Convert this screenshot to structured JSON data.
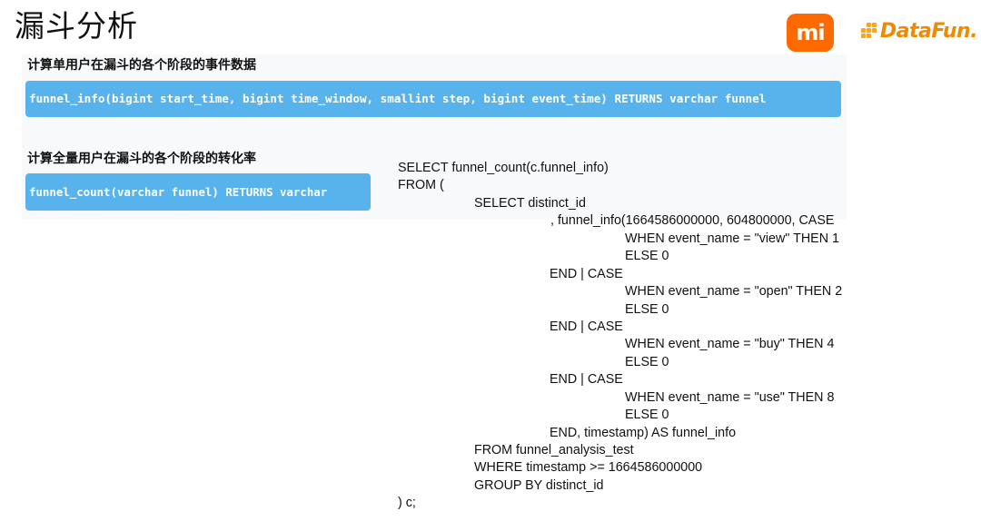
{
  "page": {
    "title": "漏斗分析"
  },
  "logos": {
    "xiaomi": "mi",
    "datafun": "DataFun."
  },
  "sections": [
    {
      "heading": "计算单用户在漏斗的各个阶段的事件数据",
      "code": "funnel_info(bigint start_time, bigint time_window, smallint step, bigint event_time) RETURNS varchar funnel"
    },
    {
      "heading": "计算全量用户在漏斗的各个阶段的转化率",
      "code": "funnel_count(varchar funnel) RETURNS varchar"
    }
  ],
  "sql": {
    "lines": [
      "SELECT funnel_count(c.funnel_info)",
      "FROM (",
      "SELECT distinct_id",
      ", funnel_info(1664586000000, 604800000, CASE",
      "WHEN event_name = \"view\" THEN 1",
      "ELSE 0",
      "END | CASE",
      "WHEN event_name = \"open\" THEN 2",
      "ELSE 0",
      "END | CASE",
      "WHEN event_name = \"buy\" THEN 4",
      "ELSE 0",
      "END | CASE",
      "WHEN event_name = \"use\" THEN 8",
      "ELSE 0",
      "END, timestamp) AS funnel_info",
      "FROM funnel_analysis_test",
      "WHERE timestamp >= 1664586000000",
      "GROUP BY distinct_id",
      ") c;"
    ]
  },
  "colors": {
    "code_box": "#58b2ec",
    "xiaomi": "#ff6a00",
    "datafun": "#f08a00"
  }
}
